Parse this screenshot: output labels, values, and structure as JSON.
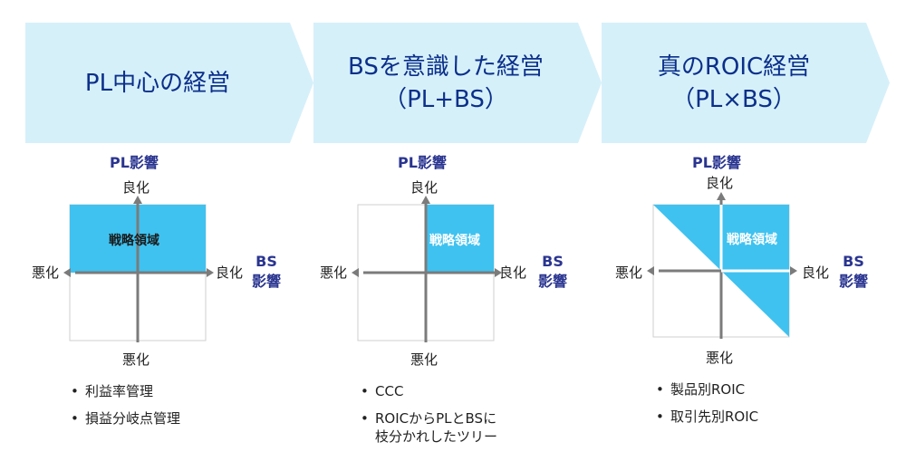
{
  "stages": [
    {
      "title_lines": [
        "PL中心の経営"
      ],
      "y_label": "PL影響",
      "axis": {
        "top": "良化",
        "bottom": "悪化",
        "left": "悪化",
        "right": "良化"
      },
      "x_label": [
        "BS",
        "影響"
      ],
      "region_label": "戦略領域",
      "bullets": [
        "利益率管理",
        "損益分岐点管理"
      ]
    },
    {
      "title_lines": [
        "BSを意識した経営",
        "（PL+BS）"
      ],
      "y_label": "PL影響",
      "axis": {
        "top": "良化",
        "bottom": "悪化",
        "left": "悪化",
        "right": "良化"
      },
      "x_label": [
        "BS",
        "影響"
      ],
      "region_label": "戦略領域",
      "bullets": [
        "CCC",
        "ROICからPLとBSに\n枝分かれしたツリー"
      ]
    },
    {
      "title_lines": [
        "真のROIC経営",
        "（PL×BS）"
      ],
      "y_label": "PL影響",
      "axis": {
        "top": "良化",
        "bottom": "悪化",
        "left": "悪化",
        "right": "良化"
      },
      "x_label": [
        "BS",
        "影響"
      ],
      "region_label": "戦略領域",
      "bullets": [
        "製品別ROIC",
        "取引先別ROIC"
      ]
    }
  ],
  "colors": {
    "chevron_fill": "#d6f0fa",
    "region_fill": "#3fc2f0",
    "axis": "#7b7b7b",
    "title_text": "#0b2f8a",
    "label_navy": "#2a3590"
  }
}
